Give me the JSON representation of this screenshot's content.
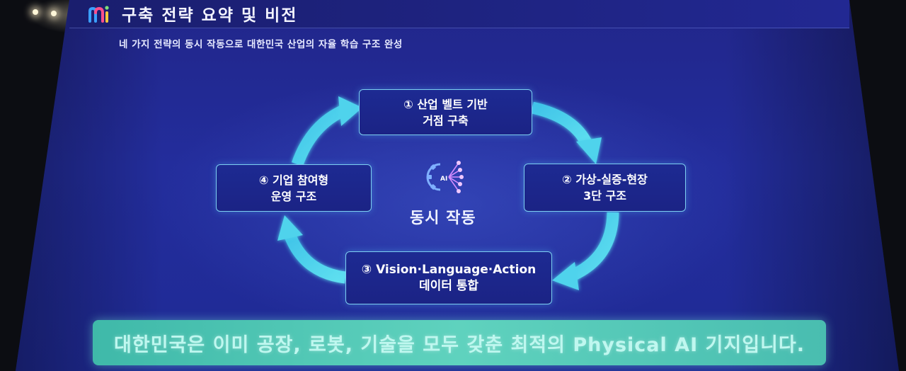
{
  "header": {
    "title": "구축 전략 요약 및 비전",
    "subtitle": "네 가지 전략의 동시 작동으로 대한민국 산업의 자율 학습 구조 완성"
  },
  "cycle": {
    "steps": [
      {
        "line1": "① 산업 벨트 기반",
        "line2": "거점 구축"
      },
      {
        "line1": "② 가상-실증-현장",
        "line2": "3단 구조"
      },
      {
        "line1": "③ Vision·Language·Action",
        "line2": "데이터 통합"
      },
      {
        "line1": "④ 기업 참여형",
        "line2": "운영 구조"
      }
    ],
    "center_label": "동시 작동",
    "center_icon": "ai-gear-network-icon",
    "icon_text": "AI"
  },
  "banner": {
    "text": "대한민국은 이미 공장, 로봇, 기술을 모두 갖춘 최적의 Physical AI 기지입니다."
  },
  "colors": {
    "slide_bg": "#232d9c",
    "arrow": "#4fd3ec",
    "box_border": "#7dcff0",
    "banner": "#4fc9b6"
  }
}
